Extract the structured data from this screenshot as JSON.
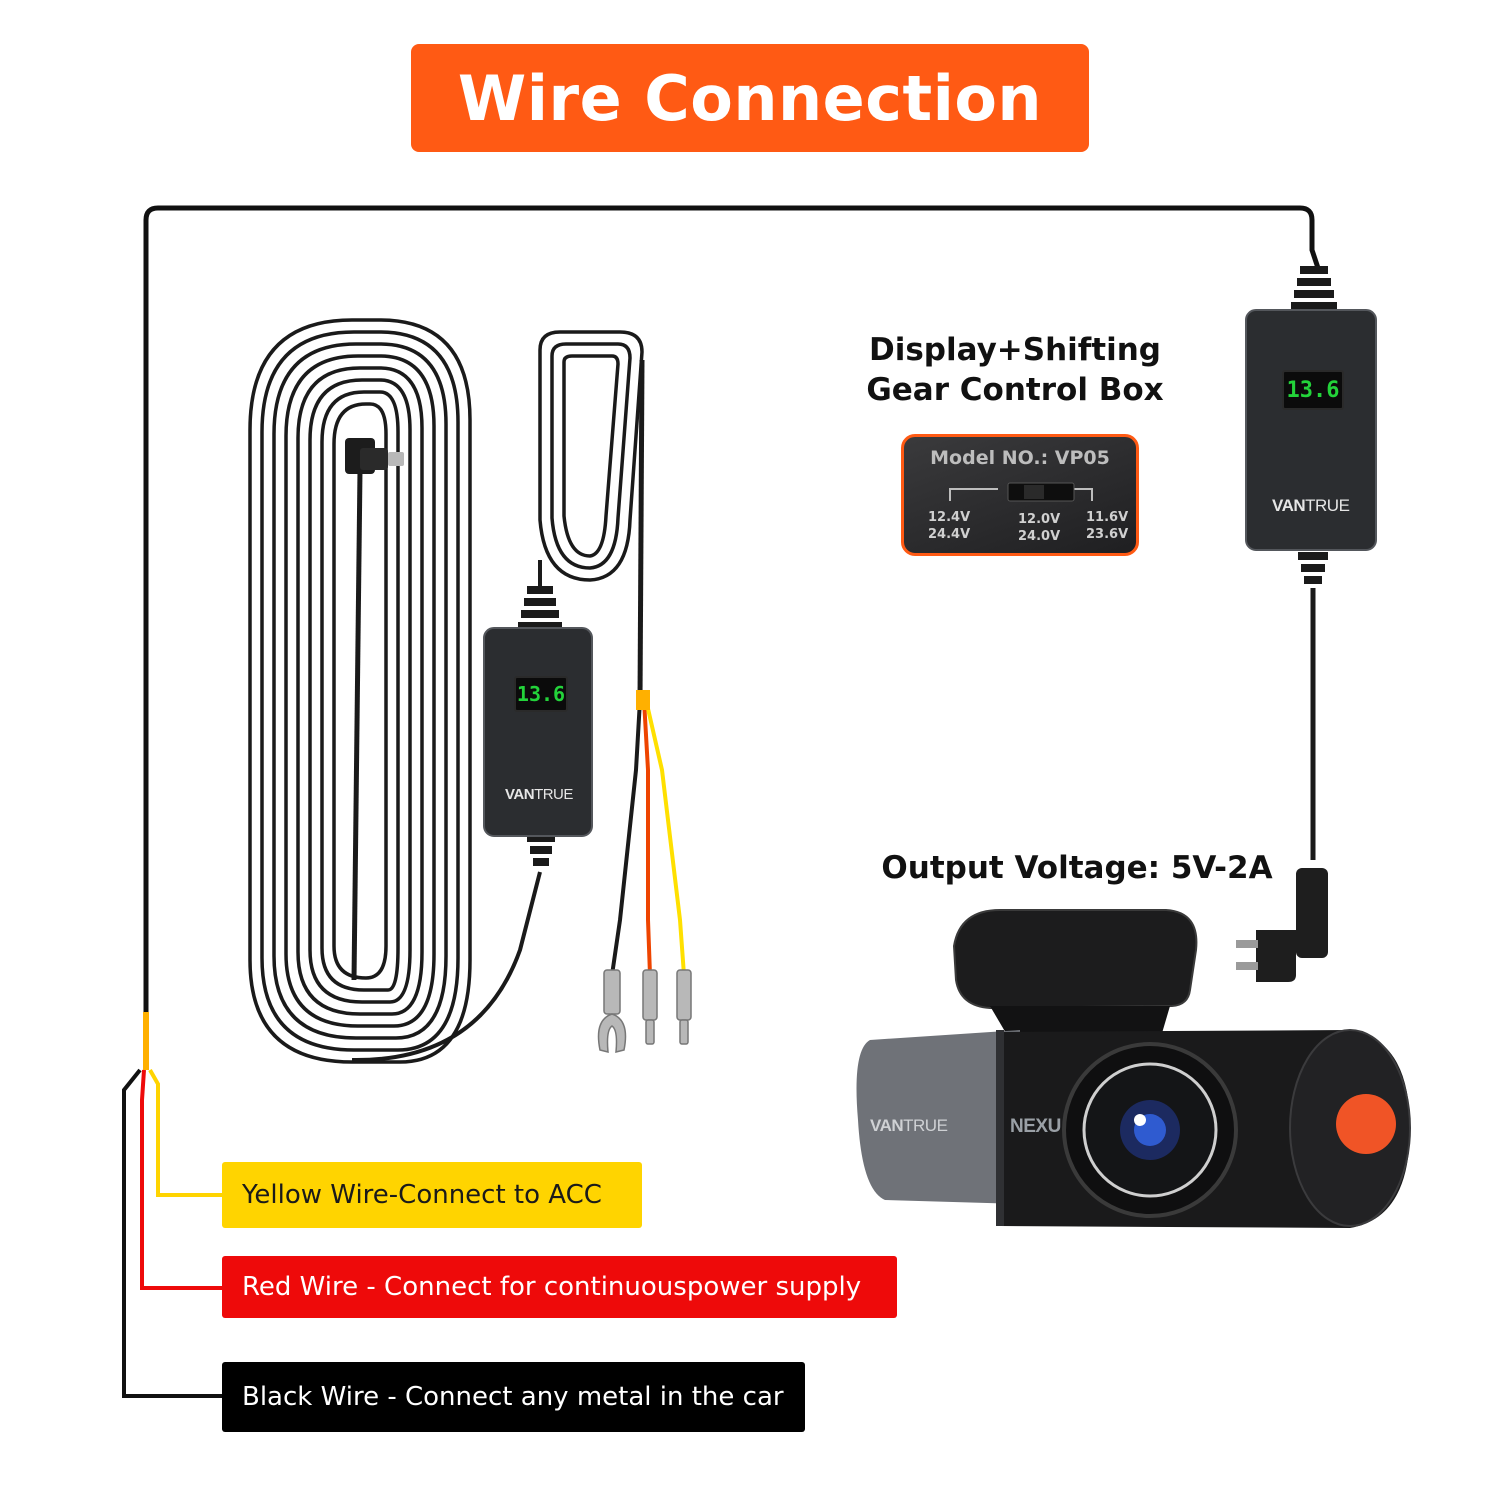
{
  "title": "Wire Connection",
  "control_box": {
    "heading_line1": "Display+Shifting",
    "heading_line2": "Gear Control Box",
    "model": "Model NO.: VP05",
    "gear_left": [
      "12.4V",
      "24.4V"
    ],
    "gear_mid": [
      "12.0V",
      "24.0V"
    ],
    "gear_right": [
      "11.6V",
      "23.6V"
    ]
  },
  "display_reading": "13.6",
  "brand_bold": "VAN",
  "brand_thin": "TRUE",
  "camera_model_text": "NEXU",
  "output_voltage": "Output Voltage: 5V-2A",
  "wire_labels": {
    "yellow": "Yellow Wire-Connect to ACC",
    "red": "Red Wire - Connect for continuouspower supply",
    "black": "Black Wire - Connect any metal in the car"
  },
  "colors": {
    "accent": "#ff5a14",
    "yellow_wire": "#ffd400",
    "red_wire": "#ee0a0a",
    "black_wire": "#000000",
    "display_digits": "#23d33a"
  }
}
